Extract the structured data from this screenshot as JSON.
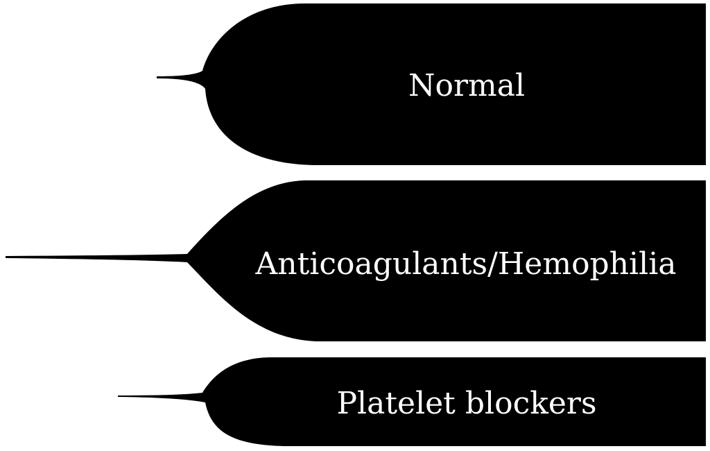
{
  "shapes": [
    {
      "label": "Normal"
    },
    {
      "label": "Anticoagulants/Hemophilia"
    },
    {
      "label": "Platelet blockers"
    }
  ],
  "colors": {
    "background": "#ffffff",
    "shape_fill": "#000000",
    "label_text": "#ffffff"
  }
}
